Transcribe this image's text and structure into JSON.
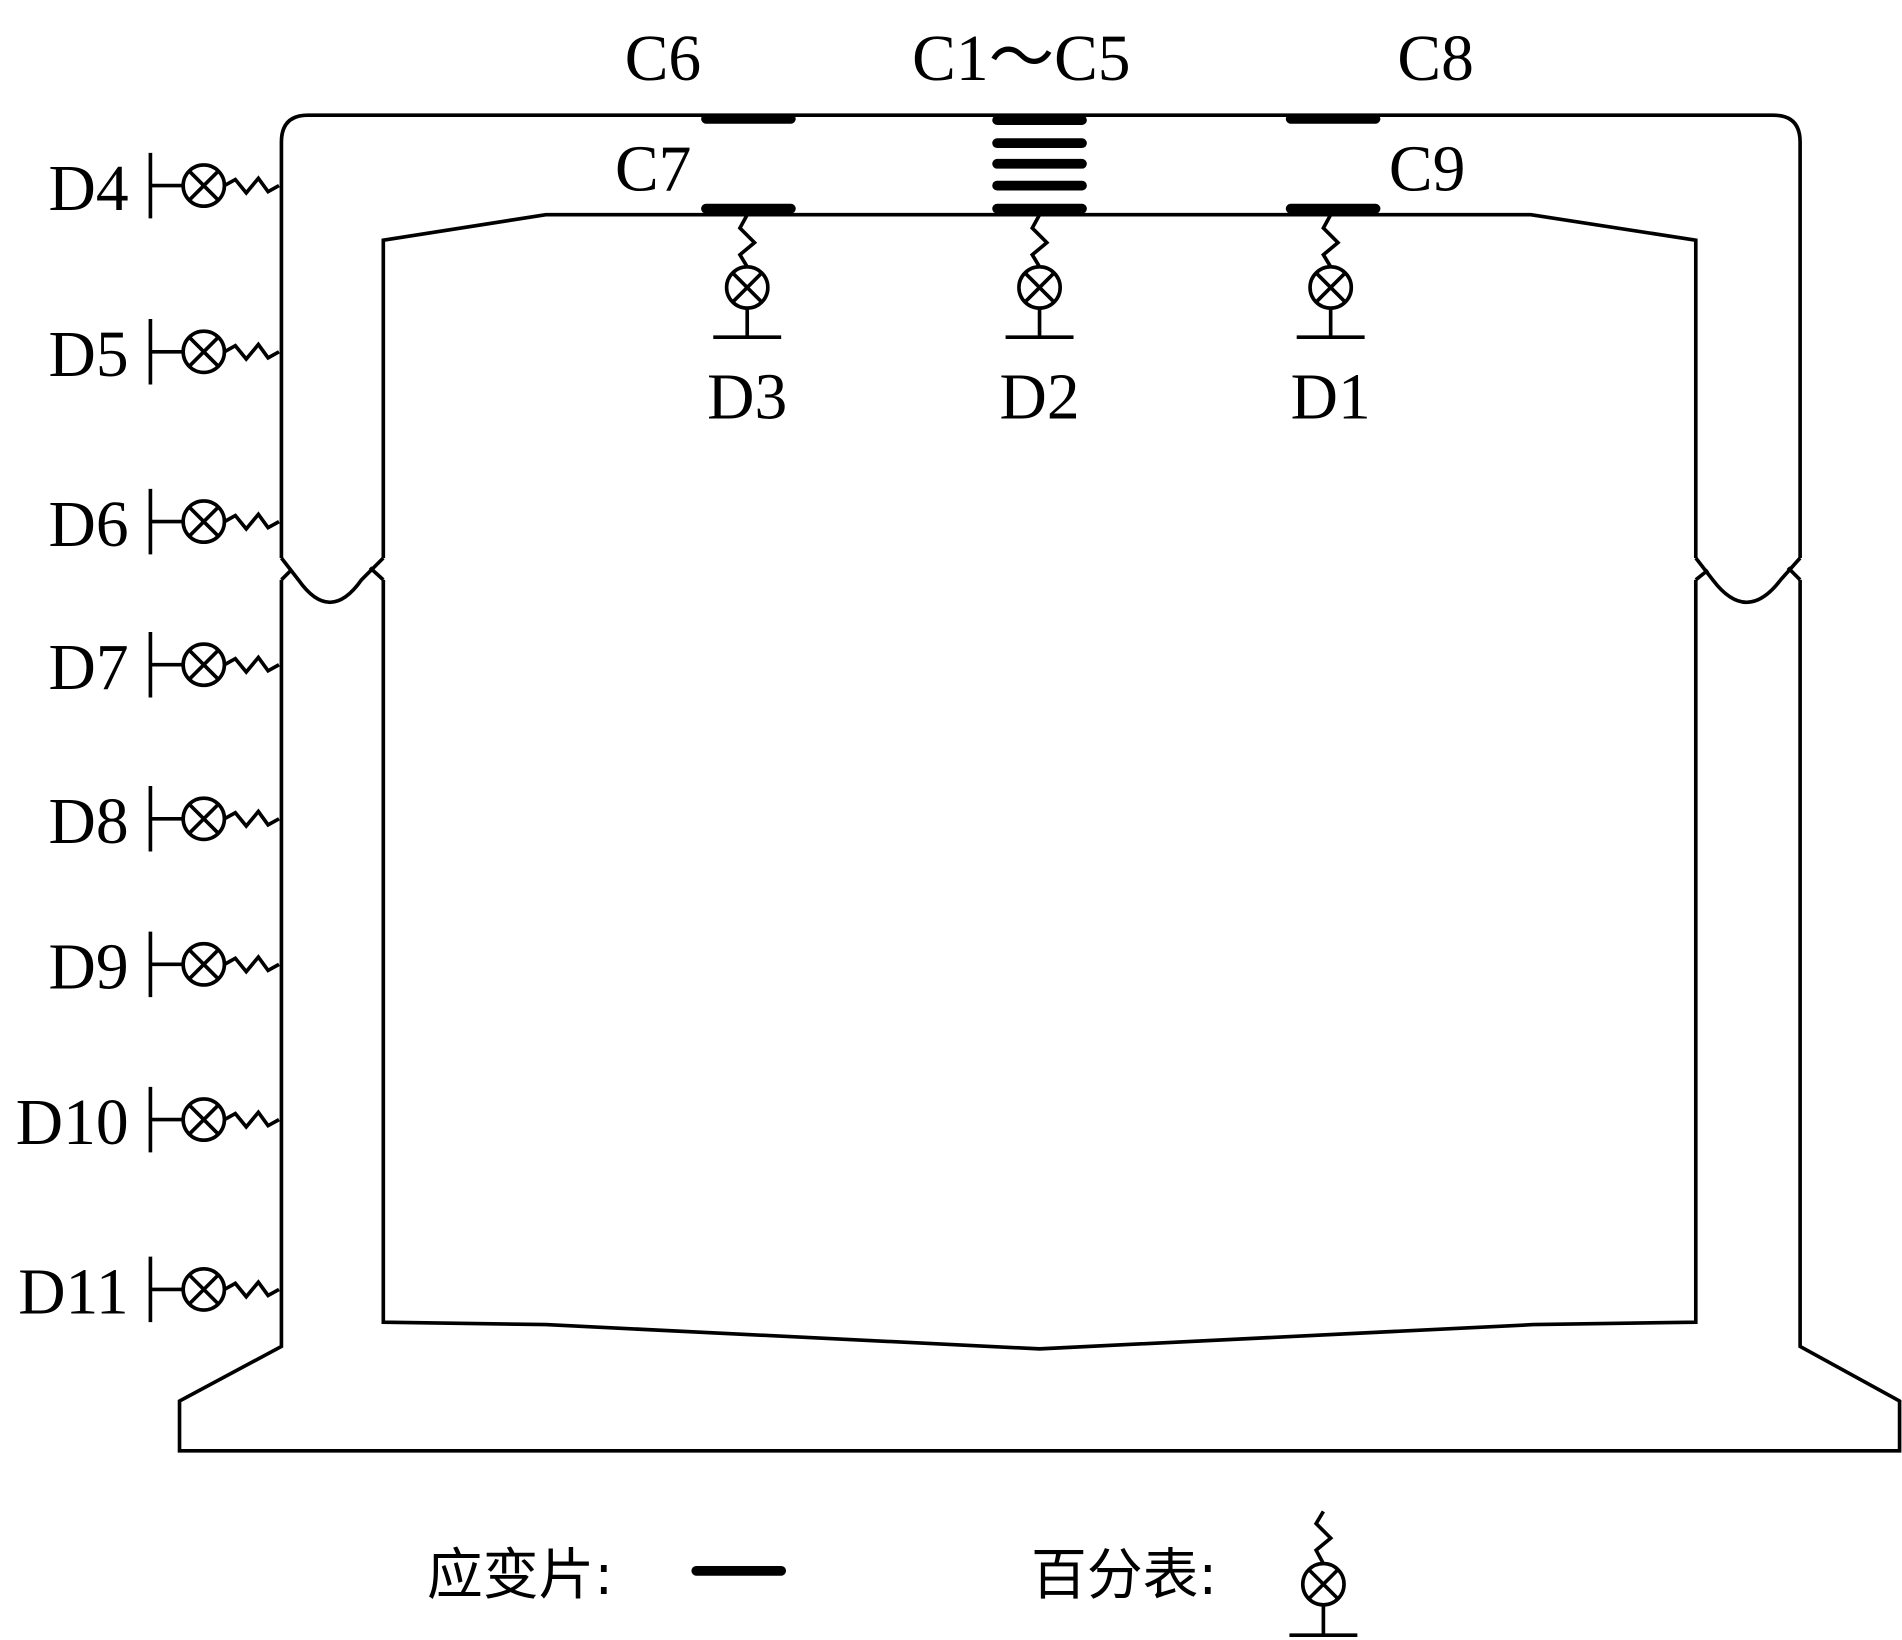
{
  "strain_gauges": {
    "top_left": "C6",
    "top_center": "C1～C5",
    "top_right": "C8",
    "bottom_left": "C7",
    "bottom_right": "C9"
  },
  "dial_gauges_top": [
    "D3",
    "D2",
    "D1"
  ],
  "dial_gauges_side": [
    "D4",
    "D5",
    "D6",
    "D7",
    "D8",
    "D9",
    "D10",
    "D11"
  ],
  "legend": {
    "strain_gauge_label": "应变片:",
    "dial_gauge_label": "百分表:"
  },
  "colors": {
    "line": "#000000",
    "background": "#ffffff"
  }
}
